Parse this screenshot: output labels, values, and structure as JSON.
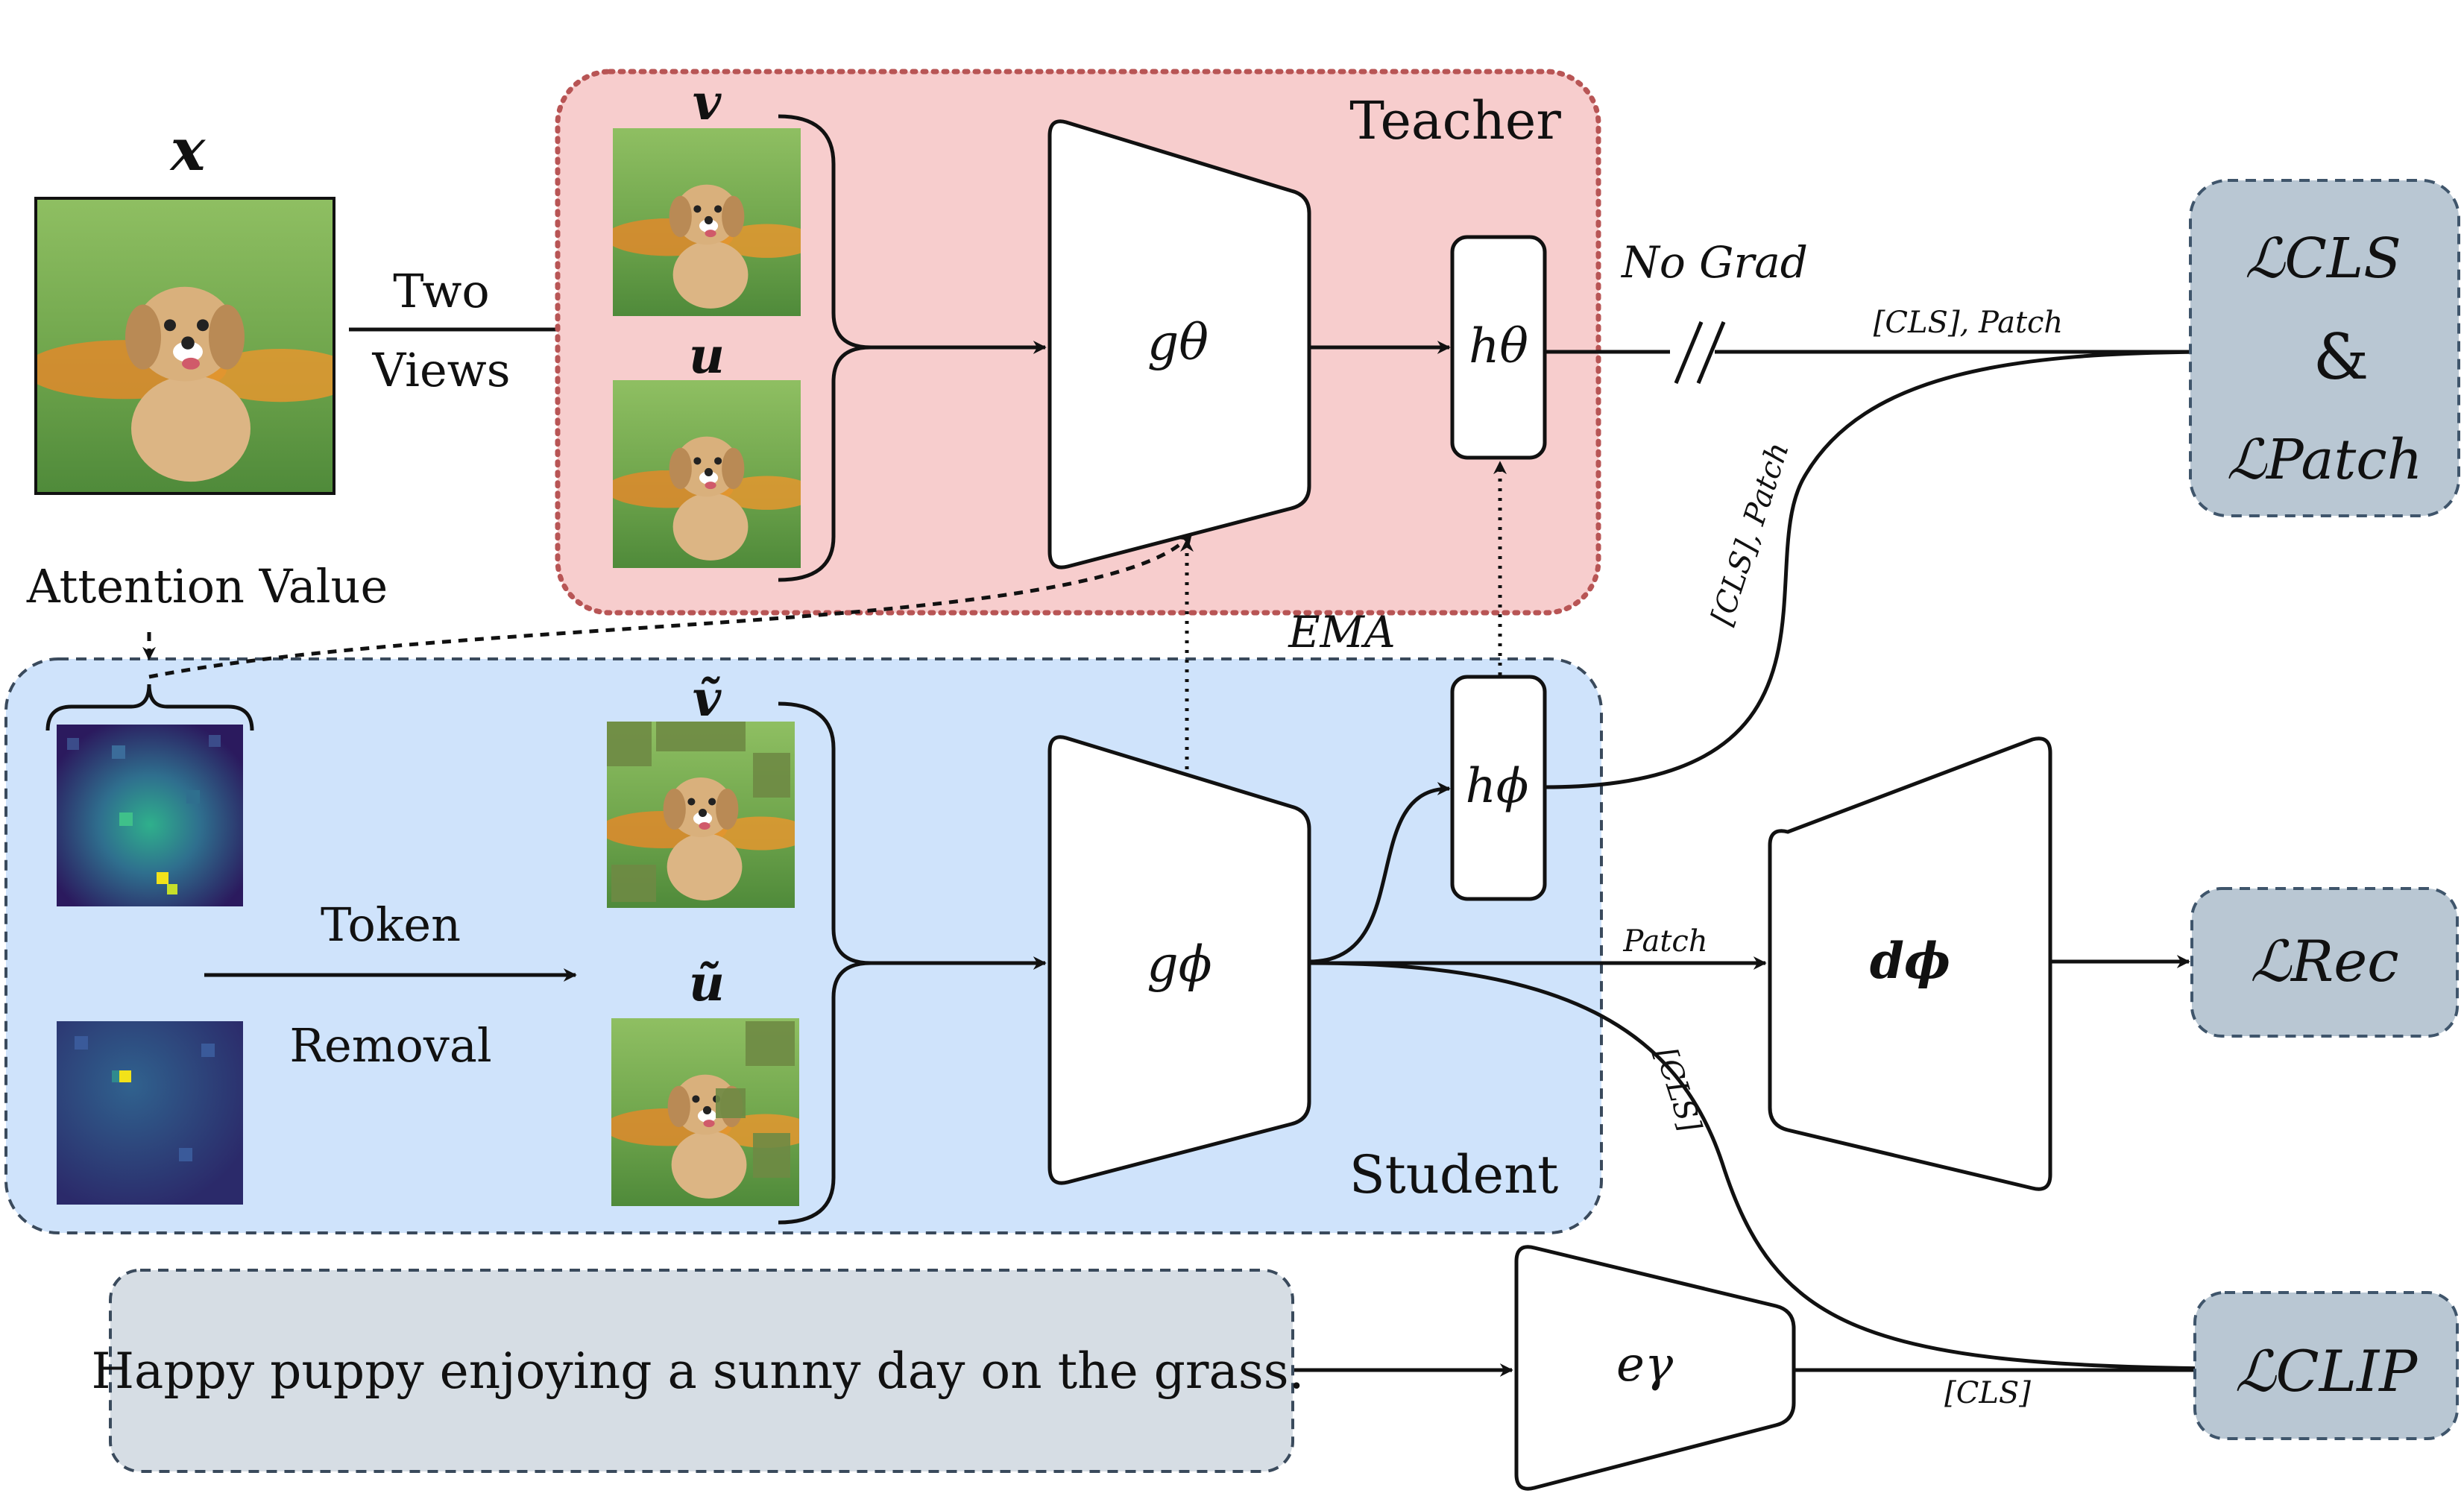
{
  "colors": {
    "teacher_fill": "#f7cdcd",
    "teacher_border": "#b85555",
    "student_fill": "#cfe3fb",
    "student_border": "#3a4a5c",
    "loss_fill": "#b9c7d3",
    "loss_border": "#3f556b",
    "caption_fill": "#d6dde4",
    "grass": "#6fa54c",
    "flowers": "#e08a2b",
    "puppy": "#d9b07c",
    "attention_dark": "#2b1a5e",
    "attention_mid": "#2f6f8e",
    "attention_bright": "#f2e21a"
  },
  "input": {
    "symbol": "x"
  },
  "two_views": {
    "line1": "Two",
    "line2": "Views"
  },
  "teacher": {
    "title": "Teacher",
    "view_v": "v",
    "view_u": "u",
    "encoder": "gθ",
    "head": "hθ"
  },
  "student": {
    "title": "Student",
    "view_v": "ṽ",
    "view_u": "ũ",
    "encoder": "gϕ",
    "head": "hϕ"
  },
  "decoder": {
    "label": "dϕ"
  },
  "text_encoder": {
    "label": "eγ"
  },
  "attention_value": "Attention Value",
  "token_removal": {
    "line1": "Token",
    "line2": "Removal"
  },
  "ema": "EMA",
  "no_grad": "No Grad",
  "edge_labels": {
    "teacher_out": "[CLS], Patch",
    "student_head_out": "[CLS], Patch",
    "patch": "Patch",
    "cls_to_clip": "[CLS]",
    "text_cls": "[CLS]"
  },
  "losses": {
    "cls_patch": {
      "line1": "ℒCLS",
      "amp": "&",
      "line2": "ℒPatch"
    },
    "rec": "ℒRec",
    "clip": "ℒCLIP"
  },
  "caption": "Happy puppy enjoying a sunny day on the grass."
}
